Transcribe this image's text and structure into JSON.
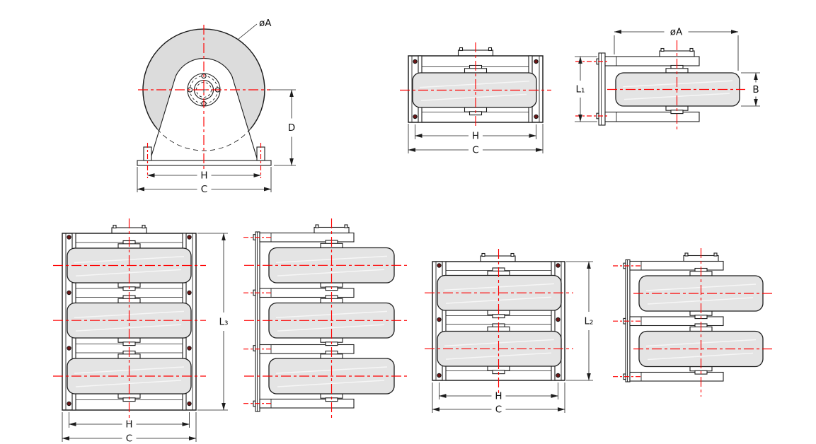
{
  "drawing": {
    "background": "#ffffff",
    "colors": {
      "ink": "#1c1c1c",
      "centerline": "#fe0000",
      "roller_fill": "#e4e4e4",
      "wheel_fill": "#dcdcdc",
      "bolt_fill": "#6e1414"
    }
  },
  "views": {
    "front_single": {
      "labels": {
        "dia": "øA",
        "d": "D",
        "h": "H",
        "c": "C"
      }
    },
    "top_single": {
      "labels": {
        "h": "H",
        "c": "C"
      }
    },
    "side_single": {
      "labels": {
        "dia": "øA",
        "l1": "L₁",
        "b": "B"
      }
    },
    "front_triple": {
      "labels": {
        "l3": "L₃",
        "h": "H",
        "c": "C"
      }
    },
    "front_double": {
      "labels": {
        "l2": "L₂",
        "h": "H",
        "c": "C"
      }
    }
  }
}
